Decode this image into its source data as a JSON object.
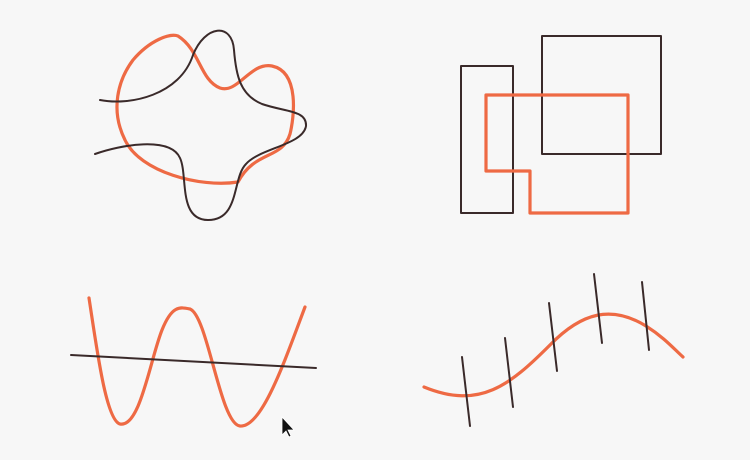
{
  "colors": {
    "background": "#f7f7f7",
    "accent": "#ee6a44",
    "ink": "#3a2a2a"
  },
  "examples": [
    {
      "name": "blob-intersection"
    },
    {
      "name": "rectangle-polygon-intersection"
    },
    {
      "name": "curve-line-intersection"
    },
    {
      "name": "curve-segments-intersection"
    }
  ],
  "cursor": {
    "icon": "arrow-pointer-icon"
  }
}
